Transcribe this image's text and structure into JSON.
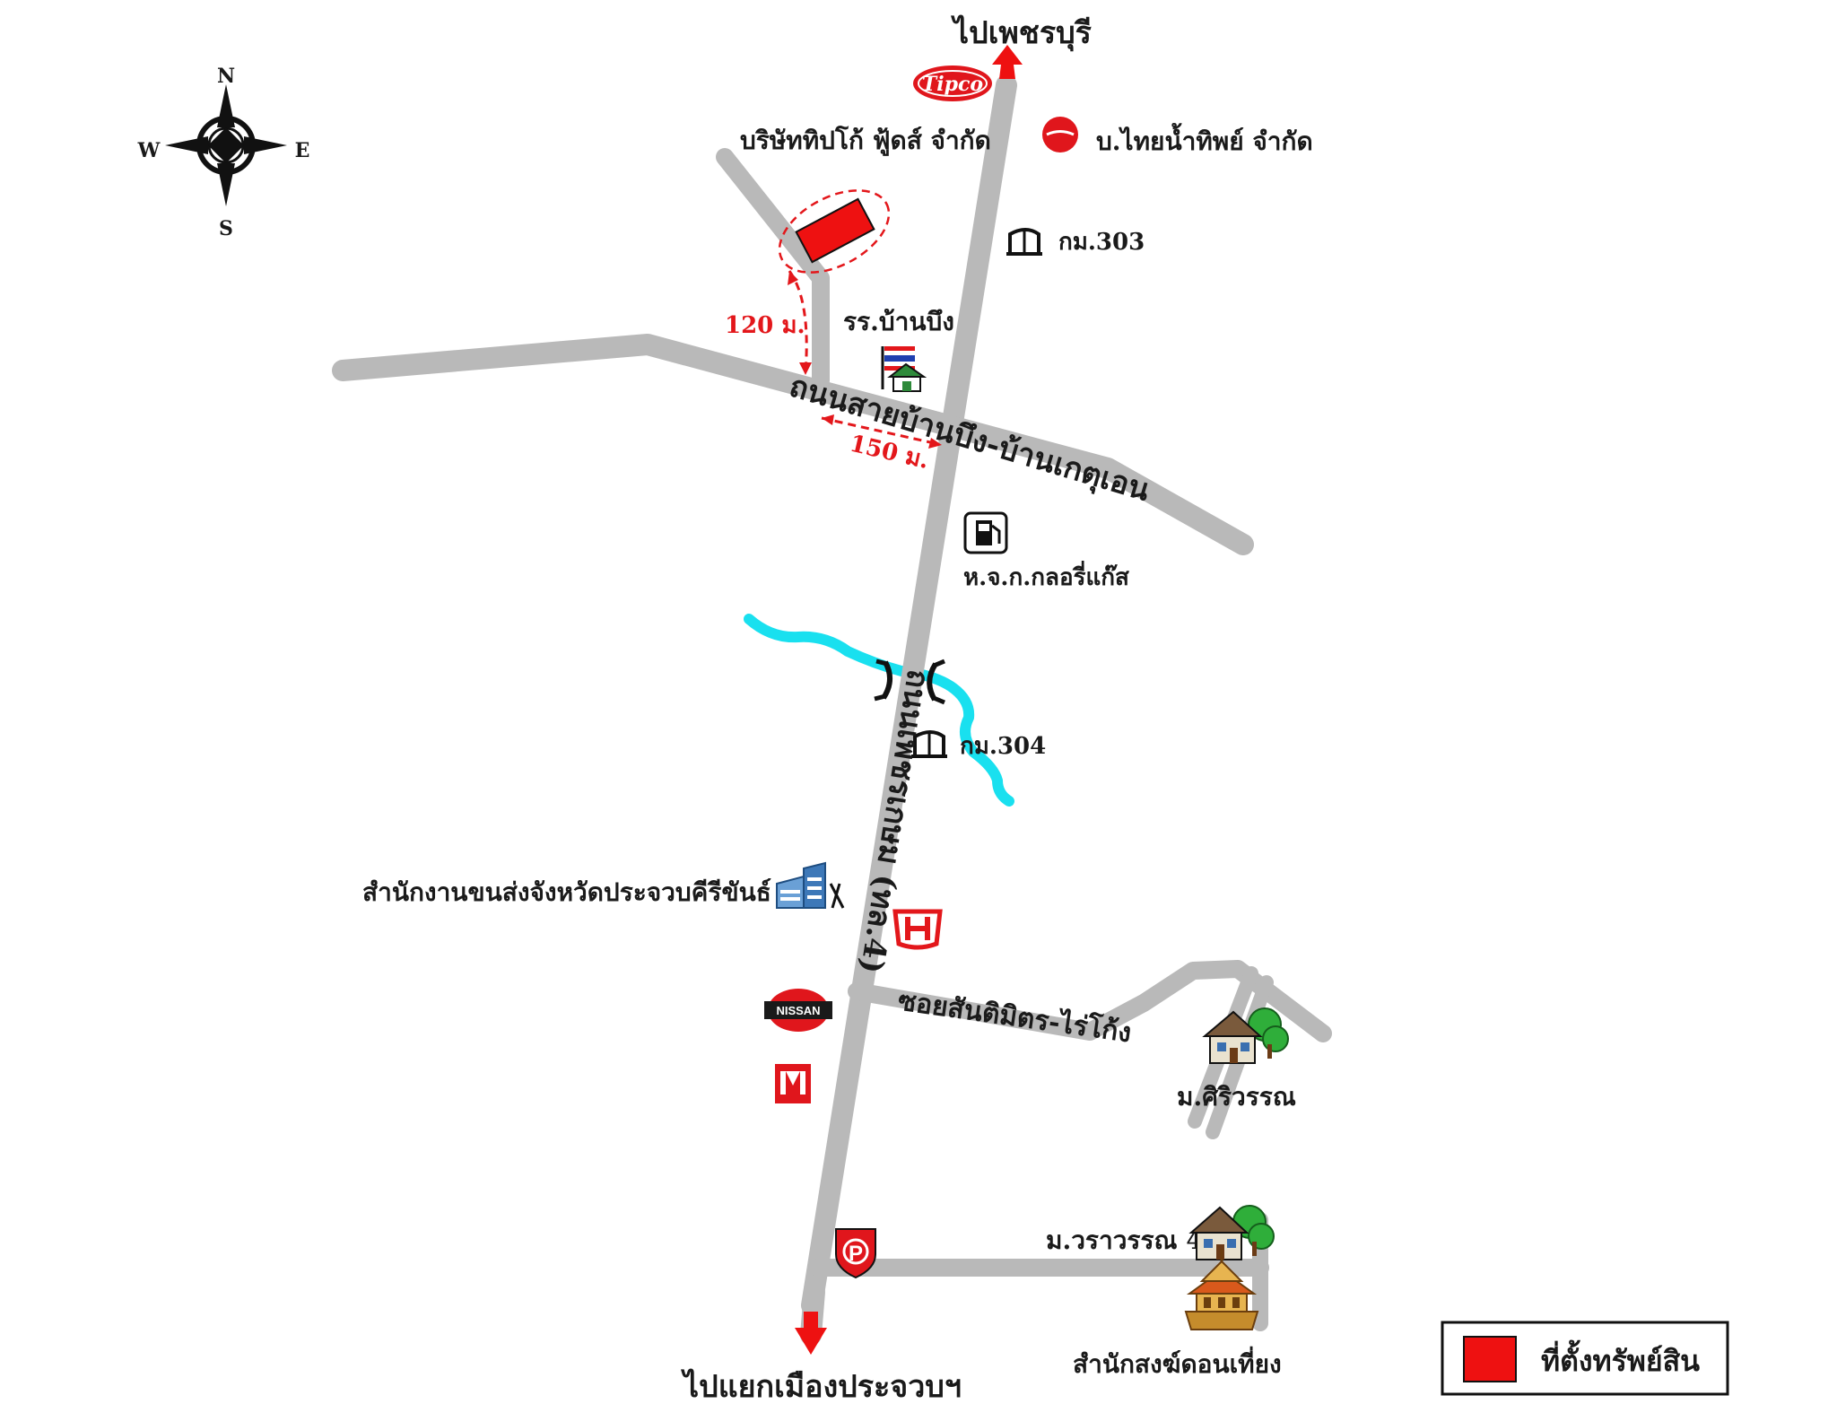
{
  "compass": {
    "north": "N",
    "south": "S",
    "east": "E",
    "west": "W"
  },
  "destinations": {
    "north": "ไปเพชรบุรี",
    "south": "ไปแยกเมืองประจวบฯ"
  },
  "roads": {
    "highway": "ถนนเพชรเกษม (ทล.4)",
    "cross_road": "ถนนสายบ้านบึง-บ้านเกตุเอน",
    "soi": "ซอยสันติมิตร-ไร่โก้ง"
  },
  "distances": {
    "north_leg": "120 ม.",
    "east_leg": "150 ม."
  },
  "landmarks": {
    "tipco_logo": "Tipco",
    "tipco_company": "บริษัททิปโก้ ฟู้ดส์ จำกัด",
    "thai_namthip": "บ.ไทยน้ำทิพย์ จำกัด",
    "km303": "กม.303",
    "km304": "กม.304",
    "school": "รร.บ้านบึง",
    "gas_station": "ห.จ.ก.กลอรี่แก๊ส",
    "transport_office": "สำนักงานขนส่งจังหวัดประจวบคีรีขันธ์",
    "nissan": "NISSAN",
    "village_siriwan": "ม.ศิริวรรณ",
    "village_warawan": "ม.วราวรรณ 4",
    "monastery": "สำนักสงฆ์ดอนเที่ยง"
  },
  "legend": {
    "property_label": "ที่ตั้งทรัพย์สิน"
  },
  "colors": {
    "road": "#b9b9b9",
    "river": "#19e0ef",
    "property": "#ee1111",
    "arrow": "#ee1111",
    "distance": "#e3171b"
  },
  "icons": [
    "compass-rose-icon",
    "tipco-logo-icon",
    "coca-cola-logo-icon",
    "km-marker-icon",
    "school-flag-icon",
    "gas-pump-icon",
    "bridge-icon",
    "office-building-icon",
    "honda-logo-icon",
    "nissan-logo-icon",
    "isuzu-logo-icon",
    "police-shield-icon",
    "village-house-icon",
    "temple-icon"
  ]
}
